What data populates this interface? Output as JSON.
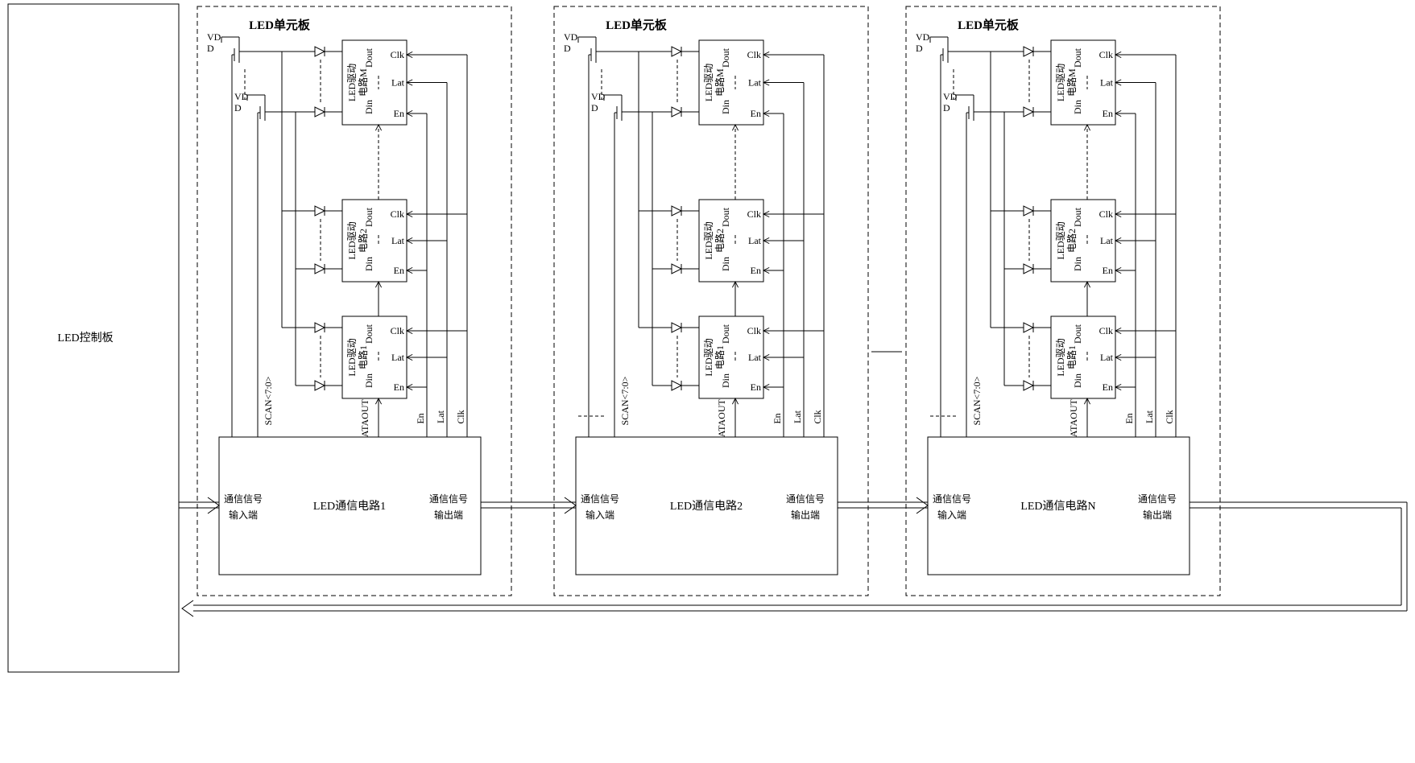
{
  "control_board": {
    "label": "LED控制板"
  },
  "panels": [
    {
      "title": "LED单元板",
      "transistors": [
        {
          "supply": [
            "VD",
            "D"
          ]
        },
        {
          "supply": [
            "VD",
            "D"
          ]
        }
      ],
      "scan_bus_label": "SCAN<7:0>",
      "dataout_label": "DATAOUT",
      "bus_labels": {
        "en": "En",
        "lat": "Lat",
        "clk": "Clk"
      },
      "drivers": [
        {
          "name_lines": [
            "LED驱动",
            "电路M"
          ],
          "pins": {
            "dout": "Dout",
            "din": "Din",
            "clk": "Clk",
            "lat": "Lat",
            "en": "En"
          }
        },
        {
          "name_lines": [
            "LED驱动",
            "电路2"
          ],
          "pins": {
            "dout": "Dout",
            "din": "Din",
            "clk": "Clk",
            "lat": "Lat",
            "en": "En"
          }
        },
        {
          "name_lines": [
            "LED驱动",
            "电路1"
          ],
          "pins": {
            "dout": "Dout",
            "din": "Din",
            "clk": "Clk",
            "lat": "Lat",
            "en": "En"
          }
        }
      ],
      "comm": {
        "name": "LED通信电路1",
        "input_lines": [
          "通信信号",
          "输入端"
        ],
        "output_lines": [
          "通信信号",
          "输出端"
        ]
      }
    },
    {
      "title": "LED单元板",
      "transistors": [
        {
          "supply": [
            "VD",
            "D"
          ]
        },
        {
          "supply": [
            "VD",
            "D"
          ]
        }
      ],
      "scan_bus_label": "SCAN<7:0>",
      "dataout_label": "DATAOUT",
      "bus_labels": {
        "en": "En",
        "lat": "Lat",
        "clk": "Clk"
      },
      "drivers": [
        {
          "name_lines": [
            "LED驱动",
            "电路M"
          ],
          "pins": {
            "dout": "Dout",
            "din": "Din",
            "clk": "Clk",
            "lat": "Lat",
            "en": "En"
          }
        },
        {
          "name_lines": [
            "LED驱动",
            "电路2"
          ],
          "pins": {
            "dout": "Dout",
            "din": "Din",
            "clk": "Clk",
            "lat": "Lat",
            "en": "En"
          }
        },
        {
          "name_lines": [
            "LED驱动",
            "电路1"
          ],
          "pins": {
            "dout": "Dout",
            "din": "Din",
            "clk": "Clk",
            "lat": "Lat",
            "en": "En"
          }
        }
      ],
      "comm": {
        "name": "LED通信电路2",
        "input_lines": [
          "通信信号",
          "输入端"
        ],
        "output_lines": [
          "通信信号",
          "输出端"
        ]
      }
    },
    {
      "title": "LED单元板",
      "transistors": [
        {
          "supply": [
            "VD",
            "D"
          ]
        },
        {
          "supply": [
            "VD",
            "D"
          ]
        }
      ],
      "scan_bus_label": "SCAN<7:0>",
      "dataout_label": "DATAOUT",
      "bus_labels": {
        "en": "En",
        "lat": "Lat",
        "clk": "Clk"
      },
      "drivers": [
        {
          "name_lines": [
            "LED驱动",
            "电路M"
          ],
          "pins": {
            "dout": "Dout",
            "din": "Din",
            "clk": "Clk",
            "lat": "Lat",
            "en": "En"
          }
        },
        {
          "name_lines": [
            "LED驱动",
            "电路2"
          ],
          "pins": {
            "dout": "Dout",
            "din": "Din",
            "clk": "Clk",
            "lat": "Lat",
            "en": "En"
          }
        },
        {
          "name_lines": [
            "LED驱动",
            "电路1"
          ],
          "pins": {
            "dout": "Dout",
            "din": "Din",
            "clk": "Clk",
            "lat": "Lat",
            "en": "En"
          }
        }
      ],
      "comm": {
        "name": "LED通信电路N",
        "input_lines": [
          "通信信号",
          "输入端"
        ],
        "output_lines": [
          "通信信号",
          "输出端"
        ]
      }
    }
  ]
}
